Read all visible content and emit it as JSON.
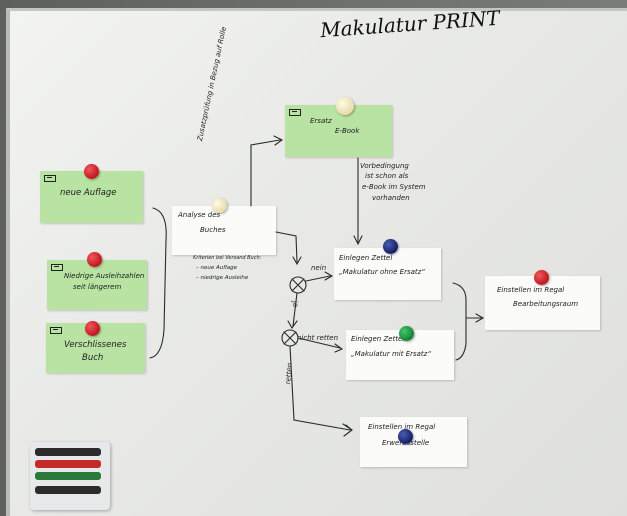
{
  "title": "Makulatur PRINT",
  "notes": {
    "neue_auflage": "neue Auflage",
    "niedrige": [
      "Niedrige Ausleihzahlen",
      "seit längerem"
    ],
    "verschlissenes": [
      "Verschlissenes",
      "Buch"
    ],
    "analyse": [
      "Analyse des",
      "Buches"
    ],
    "ersatz": [
      "Ersatz",
      "E-Book"
    ],
    "einlegen_ohne": [
      "Einlegen Zettel",
      "„Makulatur ohne Ersatz“"
    ],
    "einlegen_mit": [
      "Einlegen Zettel",
      "„Makulatur mit Ersatz“"
    ],
    "einstellen_bearb": [
      "Einstellen im Regal",
      "Bearbeitungsraum"
    ],
    "einstellen_regal": [
      "Einstellen im Regal",
      "Erwerbsstelle"
    ]
  },
  "annotations": {
    "zusatzpruefung": "Zusatzprüfung in Bezug auf Rolle",
    "vorbedingung": [
      "Vorbedingung",
      "ist schon als",
      "e-Book im System",
      "vorhanden"
    ],
    "kriterien": [
      "Kriterien bei Versand Buch:",
      "– neue Auflage",
      "– niedrige Ausleihe"
    ],
    "nein": "nein",
    "ja": "ja",
    "nicht_retten": "nicht retten",
    "retten": "retten"
  },
  "magnets": [
    "red",
    "red",
    "red",
    "cream",
    "cream",
    "blue",
    "green",
    "red",
    "blue"
  ],
  "tray_markers": [
    "black",
    "red",
    "green",
    "black"
  ]
}
